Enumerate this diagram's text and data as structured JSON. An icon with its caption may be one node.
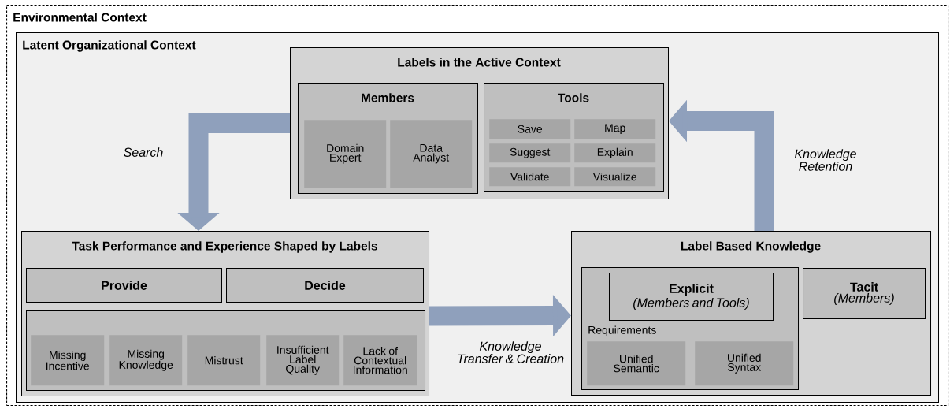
{
  "diagram": {
    "nodes": [
      {
        "text": [
          "Environmental Context"
        ]
      },
      {
        "text": [
          "Latent Organizational Context"
        ],
        "in": 0
      },
      {
        "text": [
          "Labels in the Active Context"
        ],
        "in": 1
      },
      {
        "text": [
          "Members"
        ],
        "in": 2
      },
      {
        "text": [
          "Domain Expert"
        ],
        "in": 3
      },
      {
        "text": [
          "Data Analyst"
        ],
        "in": 3
      },
      {
        "text": [
          "Tools"
        ],
        "in": 2
      },
      {
        "text": [
          "Save"
        ],
        "in": 6
      },
      {
        "text": [
          "Map"
        ],
        "in": 6
      },
      {
        "text": [
          "Suggest"
        ],
        "in": 6
      },
      {
        "text": [
          "Explain"
        ],
        "in": 6
      },
      {
        "text": [
          "Validate"
        ],
        "in": 6
      },
      {
        "text": [
          "Visualize"
        ],
        "in": 6
      },
      {
        "text": [
          "Task Performance and Experience Shaped by Labels"
        ],
        "in": 1
      },
      {
        "text": [
          "Provide"
        ],
        "in": 13
      },
      {
        "text": [
          "Decide"
        ],
        "in": 13
      },
      {
        "text": [],
        "shape": "box",
        "in": 13
      },
      {
        "text": [
          "Missing Incentive"
        ],
        "in": 16
      },
      {
        "text": [
          "Missing Knowledge"
        ],
        "in": 16
      },
      {
        "text": [
          "Mistrust"
        ],
        "in": 16
      },
      {
        "text": [
          "Insufficient Label Quality"
        ],
        "in": 16
      },
      {
        "text": [
          "Lack of Contextual Information"
        ],
        "in": 16
      },
      {
        "text": [
          "Label Based Knowledge"
        ],
        "in": 1
      },
      {
        "text": [
          "Requirements"
        ],
        "in": 22
      },
      {
        "text": [
          "Explicit",
          "(Members and Tools)"
        ],
        "in": 23
      },
      {
        "text": [
          "Unified Semantic"
        ],
        "in": 23
      },
      {
        "text": [
          "Unified Syntax"
        ],
        "in": 23
      },
      {
        "text": [
          "Tacit",
          "(Members)"
        ],
        "in": 22
      }
    ],
    "edges": [
      {
        "from": 2,
        "to": 13,
        "arrow": "to",
        "label": "Search",
        "color": "#8fa0bc"
      },
      {
        "from": 13,
        "to": 22,
        "arrow": "to",
        "label": "Knowledge Transfer & Creation",
        "color": "#8fa0bc"
      },
      {
        "from": 22,
        "to": 2,
        "arrow": "to",
        "label": "Knowledge Retention",
        "color": "#8fa0bc"
      }
    ]
  }
}
